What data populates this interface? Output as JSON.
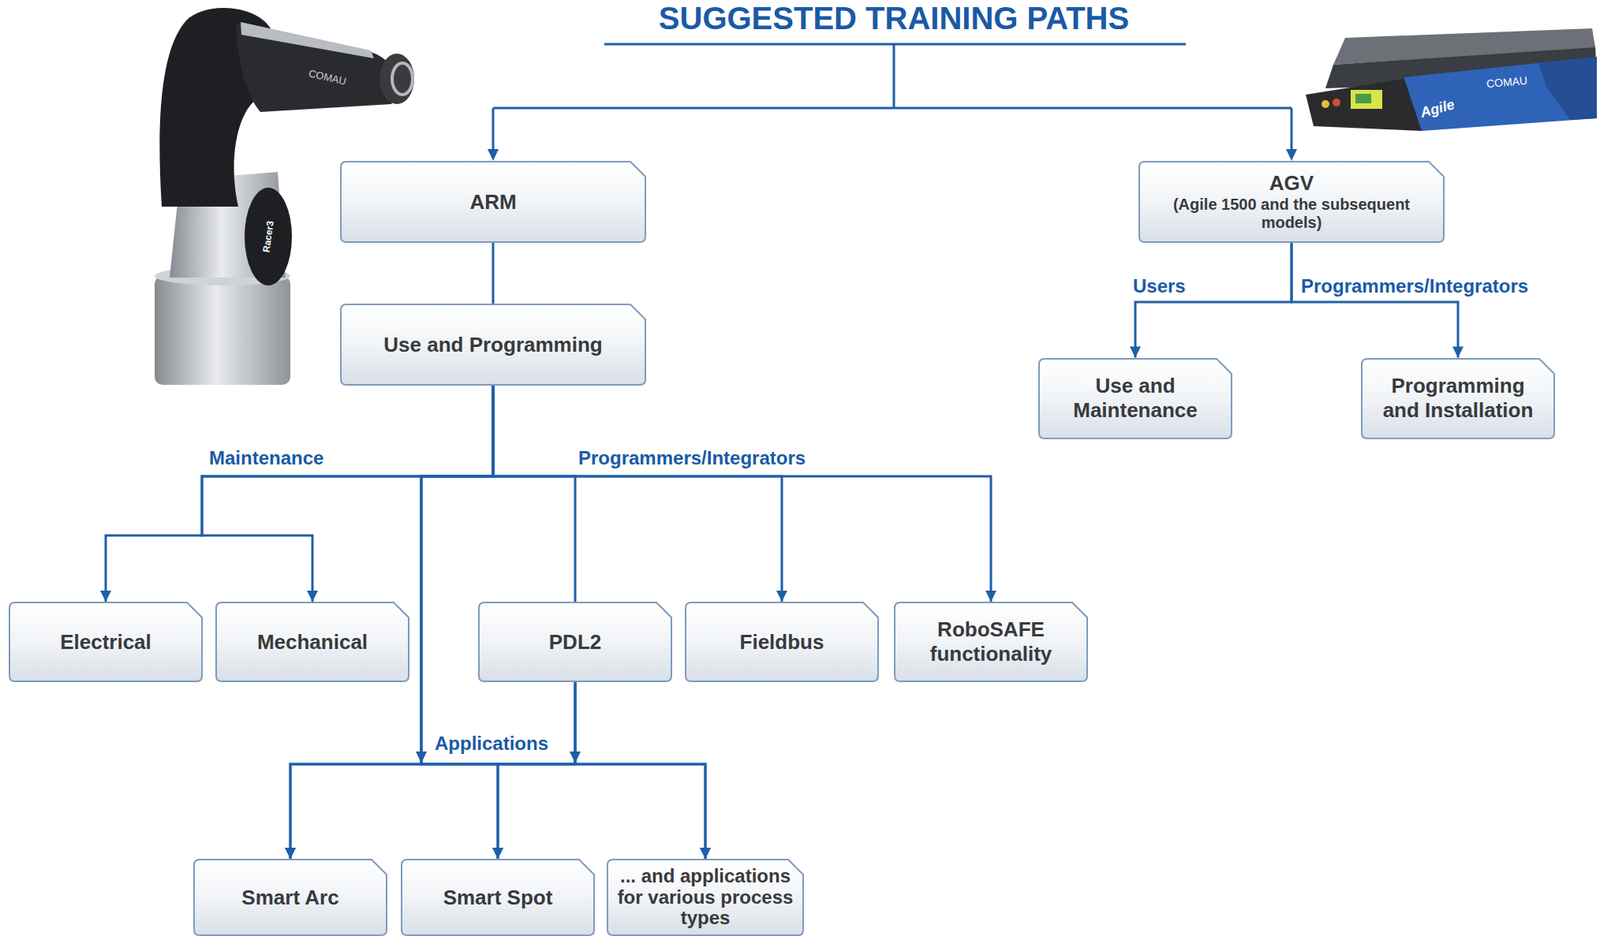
{
  "diagram": {
    "title": "SUGGESTED TRAINING PATHS",
    "nodes": [
      {
        "text": [
          "ARM"
        ]
      },
      {
        "text": [
          "AGV",
          "(Agile 1500 and the subsequent models)"
        ]
      },
      {
        "text": [
          "Use and Programming"
        ]
      },
      {
        "text": [
          "Use and Maintenance"
        ]
      },
      {
        "text": [
          "Programming and Installation"
        ]
      },
      {
        "text": [
          "Electrical"
        ]
      },
      {
        "text": [
          "Mechanical"
        ]
      },
      {
        "text": [
          "PDL2"
        ]
      },
      {
        "text": [
          "Fieldbus"
        ]
      },
      {
        "text": [
          "RoboSAFE functionality"
        ]
      },
      {
        "text": [
          "Smart Arc"
        ]
      },
      {
        "text": [
          "Smart Spot"
        ]
      },
      {
        "text": [
          "... and applications for various process types"
        ]
      }
    ],
    "edges": [
      {
        "from": 0,
        "to": 2,
        "arrow": "none"
      },
      {
        "from": 1,
        "to": 3,
        "label": "Users",
        "arrow": "to"
      },
      {
        "from": 1,
        "to": 4,
        "label": "Programmers/Integrators",
        "arrow": "to"
      },
      {
        "from": 2,
        "to": 5,
        "label": "Maintenance",
        "arrow": "to"
      },
      {
        "from": 2,
        "to": 6,
        "arrow": "to"
      },
      {
        "from": 2,
        "to": 7,
        "label": "Programmers/Integrators",
        "arrow": "none"
      },
      {
        "from": 2,
        "to": 8,
        "arrow": "to"
      },
      {
        "from": 2,
        "to": 9,
        "arrow": "to"
      },
      {
        "from": 2,
        "to": 10,
        "label": "Applications",
        "arrow": "to"
      },
      {
        "from": 2,
        "to": 11,
        "arrow": "to"
      },
      {
        "from": 2,
        "to": 12,
        "arrow": "to"
      },
      {
        "from": 7,
        "to": 10,
        "arrow": "to"
      },
      {
        "from": 7,
        "to": 11,
        "arrow": "to"
      },
      {
        "from": 7,
        "to": 12,
        "arrow": "to"
      }
    ],
    "labels": [
      "COMAU",
      "Racer3",
      "COMAU",
      "Agile"
    ]
  }
}
